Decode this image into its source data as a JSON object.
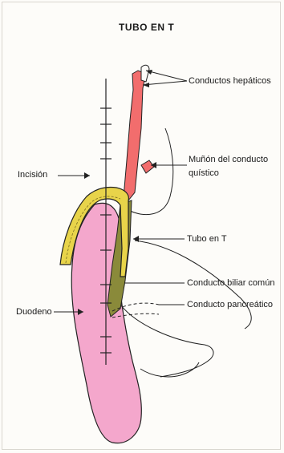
{
  "figure": {
    "title": "TUBO EN T",
    "labels": {
      "hepatic_ducts": "Conductos hepáticos",
      "cystic_stump_line1": "Muñón del conducto",
      "cystic_stump_line2": "quístico",
      "incision": "Incisión",
      "t_tube": "Tubo en T",
      "common_bile_duct": "Conducto biliar común",
      "pancreatic_duct": "Conducto pancreático",
      "duodenum": "Duodeno"
    },
    "colors": {
      "hepatic_duct_fill": "#f26d6d",
      "t_tube_fill": "#e8d44a",
      "t_tube_shadow": "#8a8a3a",
      "duodenum_fill": "#f4a7cc",
      "outline": "#222222"
    }
  }
}
